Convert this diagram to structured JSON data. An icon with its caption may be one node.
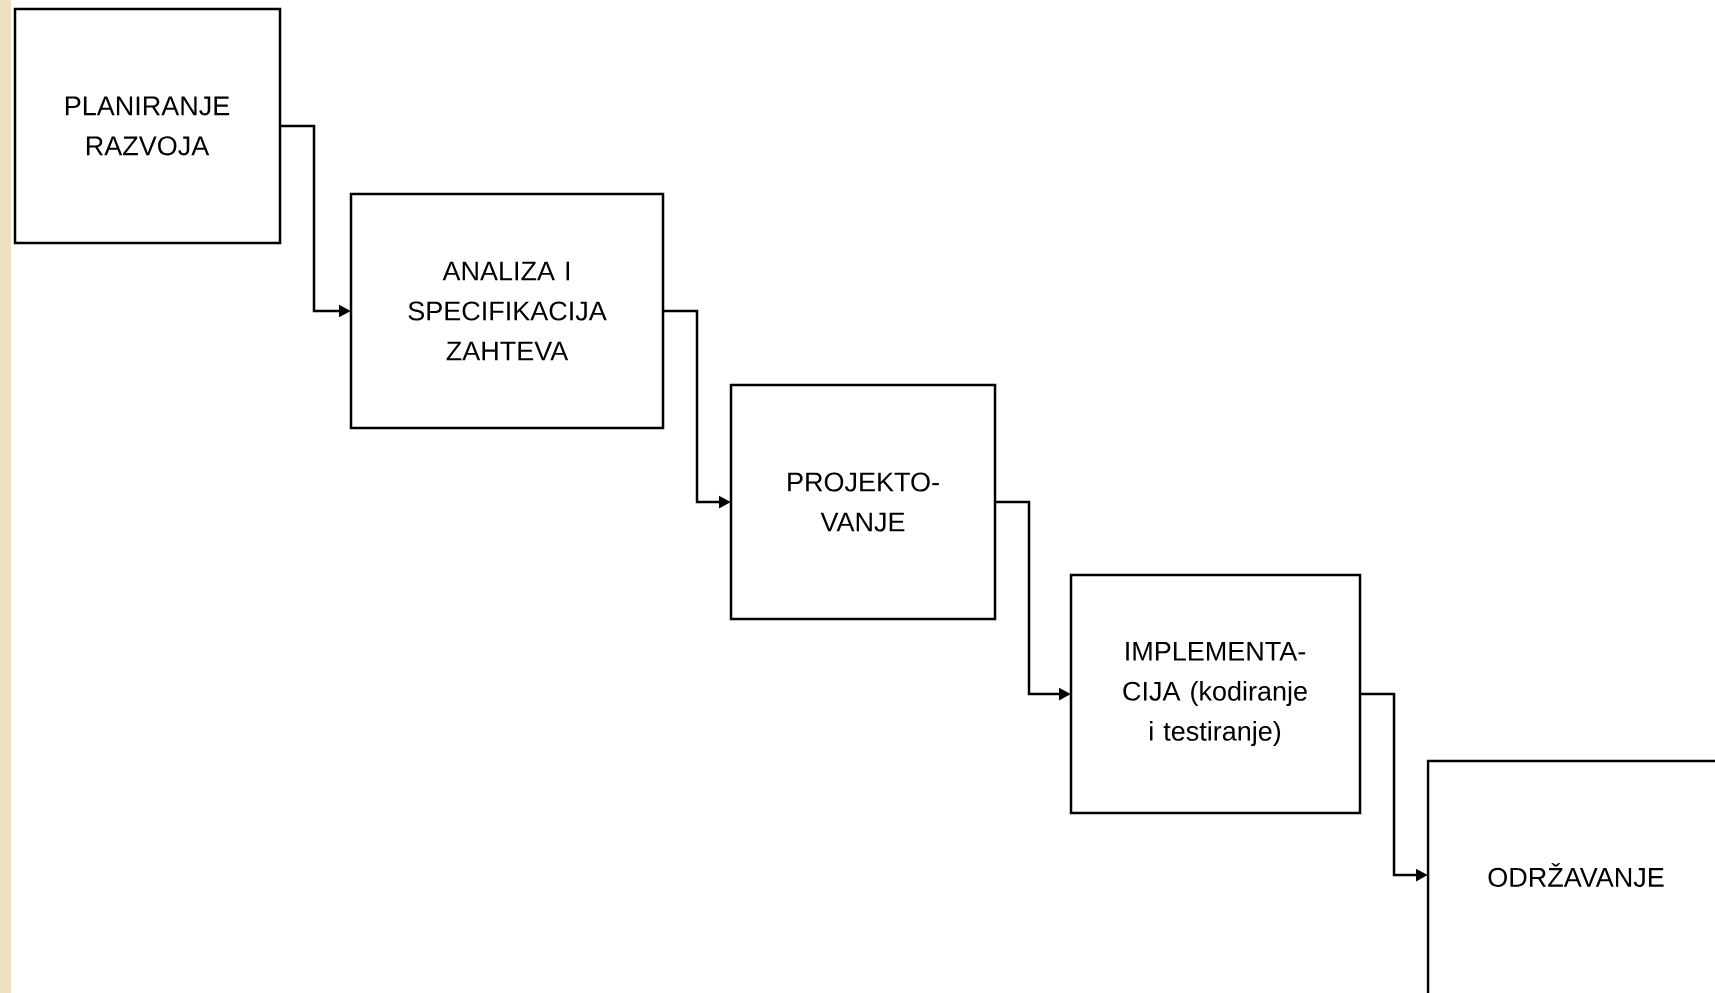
{
  "diagram": {
    "nodes": [
      {
        "text": [
          "PLANIRANJE RAZVOJA"
        ]
      },
      {
        "text": [
          "ANALIZA I SPECIFIKACIJA ZAHTEVA"
        ]
      },
      {
        "text": [
          "PROJEKTO- VANJE"
        ]
      },
      {
        "text": [
          "IMPLEMENTA- CIJA (kodiranje i testiranje)"
        ]
      },
      {
        "text": [
          "ODRŽAVANJE"
        ]
      }
    ],
    "edges": [
      {
        "from": 0,
        "to": 1,
        "arrow": "to"
      },
      {
        "from": 1,
        "to": 2,
        "arrow": "to"
      },
      {
        "from": 2,
        "to": 3,
        "arrow": "to"
      },
      {
        "from": 3,
        "to": 4,
        "arrow": "to"
      }
    ]
  }
}
